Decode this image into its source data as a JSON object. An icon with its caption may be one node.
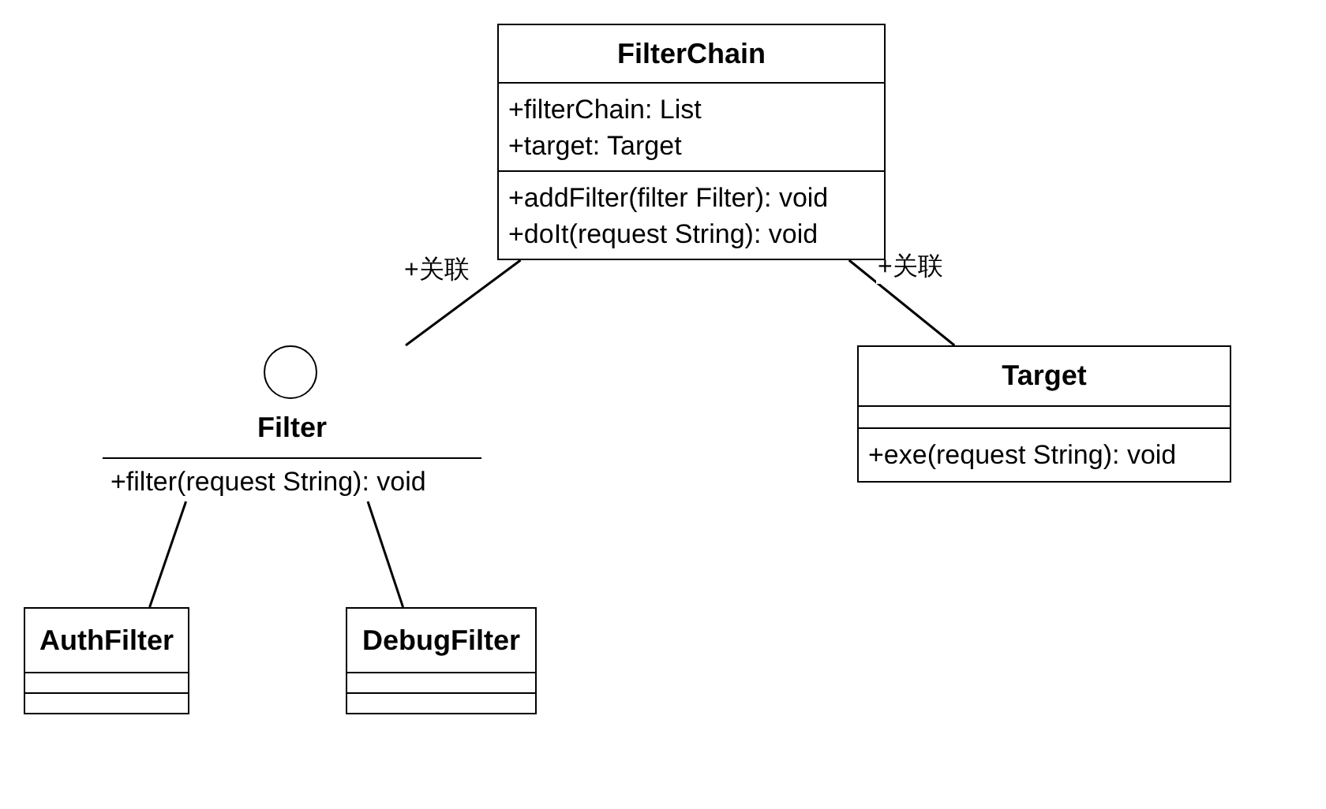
{
  "diagram": {
    "nodes": [
      {
        "text": [
          "FilterChain",
          "+filterChain: List",
          "+target: Target",
          "+addFilter(filter Filter): void",
          "+doIt(request String): void"
        ]
      },
      {
        "text": [
          "Filter",
          "+filter(request String): void"
        ]
      },
      {
        "text": [
          "Target",
          "+exe(request String): void"
        ]
      },
      {
        "text": [
          "AuthFilter"
        ]
      },
      {
        "text": [
          "DebugFilter"
        ]
      }
    ],
    "edges": [
      {
        "from": 0,
        "to": 1,
        "arrow": "none",
        "label": "+关联"
      },
      {
        "from": 0,
        "to": 2,
        "arrow": "none",
        "label": "+关联"
      },
      {
        "from": 3,
        "to": 1,
        "arrow": "none"
      },
      {
        "from": 4,
        "to": 1,
        "arrow": "none"
      }
    ]
  }
}
